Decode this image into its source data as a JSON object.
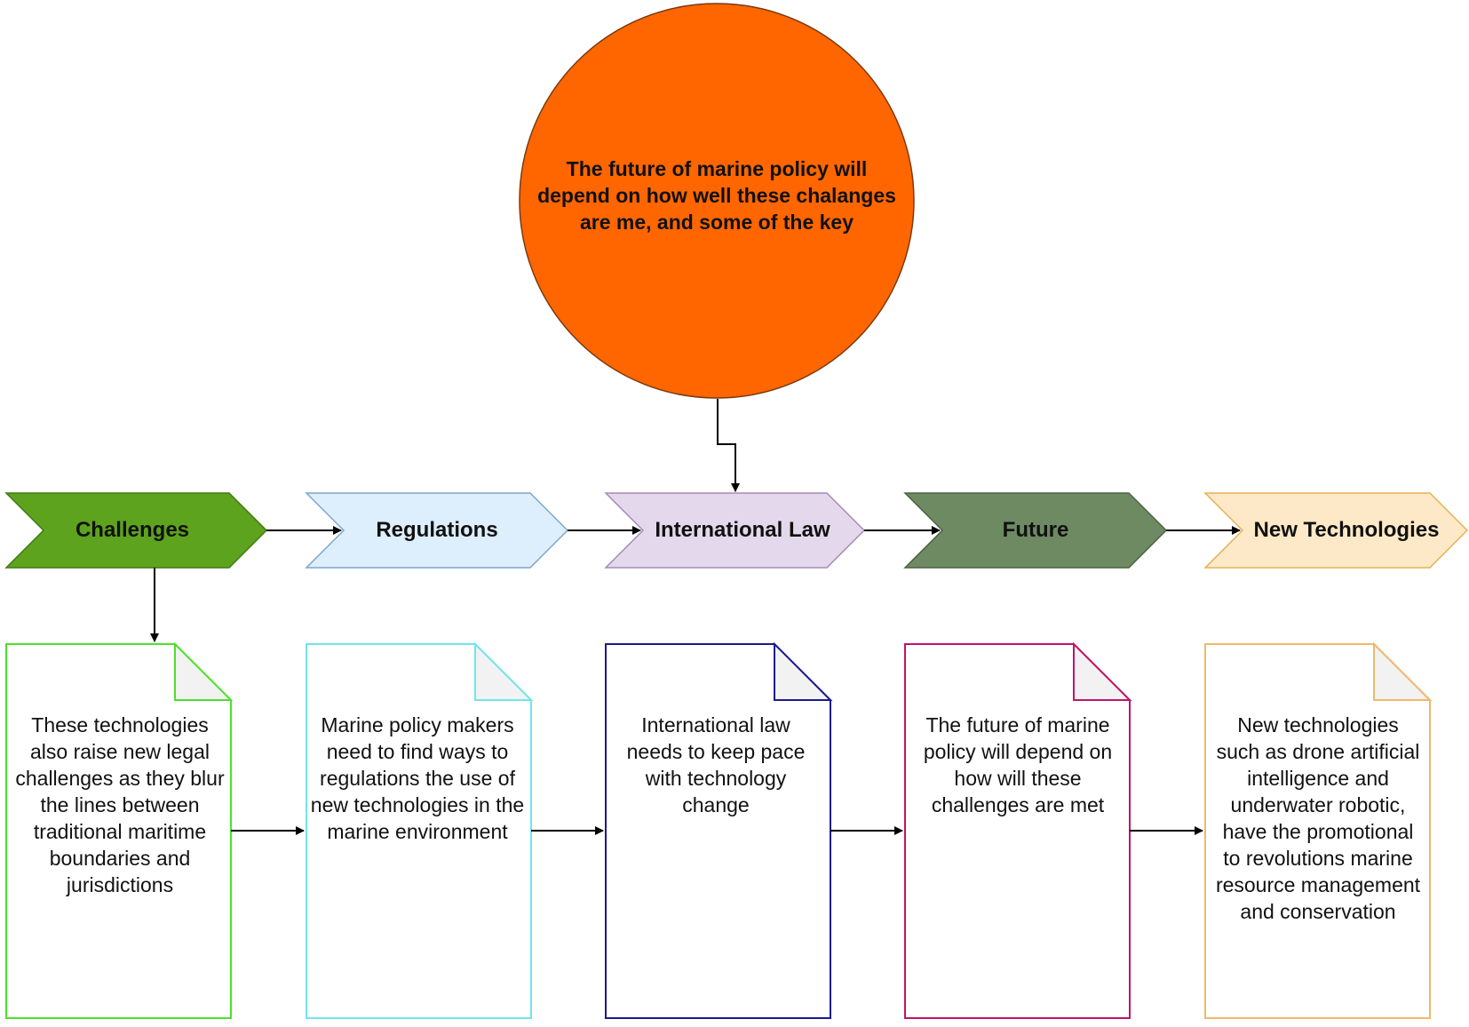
{
  "center": {
    "text": "The future of marine policy will depend on how well these chalanges are me, and some of the key",
    "color": "#ff6600"
  },
  "stages": [
    {
      "label": "Challenges",
      "fill": "#5ea31e",
      "stroke": "#3f7a10",
      "doc_border": "#4ce02c",
      "doc_text": "These technologies also raise new legal challenges as they blur the lines between traditional maritime boundaries and jurisdictions"
    },
    {
      "label": "Regulations",
      "fill": "#ddeefc",
      "stroke": "#7fa6c8",
      "doc_border": "#6fe6ec",
      "doc_text": "Marine policy makers need to find ways to regulations the use of new technologies in the marine environment"
    },
    {
      "label": "International Law",
      "fill": "#e4d8ec",
      "stroke": "#a58bb8",
      "doc_border": "#1a1a8c",
      "doc_text": "International law needs to keep pace with technology change"
    },
    {
      "label": "Future",
      "fill": "#6d8a62",
      "stroke": "#4a6343",
      "doc_border": "#c0146a",
      "doc_text": "The future of marine policy will depend on how will these challenges are met"
    },
    {
      "label": "New Technologies",
      "fill": "#fde9c8",
      "stroke": "#e6b054",
      "doc_border": "#efb96b",
      "doc_text": "New technologies such as drone artificial intelligence and underwater robotic, have the promotional to revolutions marine resource management and conservation"
    }
  ]
}
